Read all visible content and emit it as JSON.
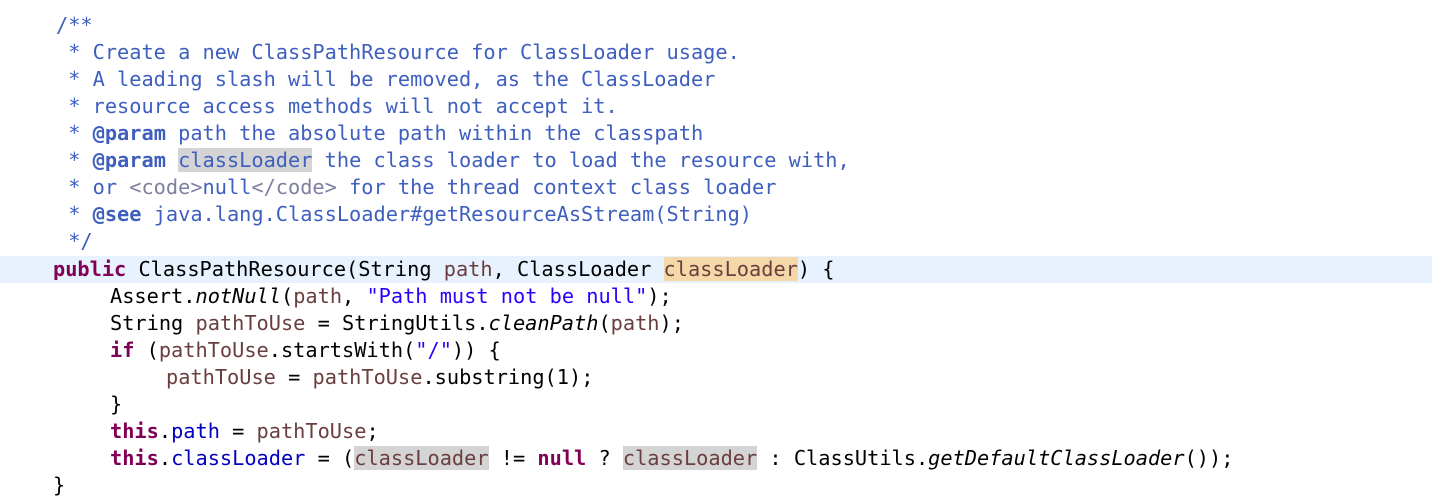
{
  "editor": {
    "language": "java",
    "current_line": 9,
    "colors": {
      "comment": "#3f5fbf",
      "javadoc_tag": "#3f5fbf",
      "javadoc_html": "#7f7f9f",
      "keyword": "#7f0055",
      "field": "#0000c0",
      "string": "#2a00ff",
      "local_variable": "#6a3e3e",
      "current_line_background": "#e8f2fe",
      "occurrence_highlight": "#d4d4d4",
      "write_occurrence_highlight": "#f4d8a8"
    },
    "lines": [
      {
        "tokens": [
          {
            "text": "/**",
            "kind": "comment"
          }
        ]
      },
      {
        "tokens": [
          {
            "text": " * Create a new ClassPathResource for ClassLoader usage.",
            "kind": "comment"
          }
        ]
      },
      {
        "tokens": [
          {
            "text": " * A leading slash will be removed, as the ClassLoader",
            "kind": "comment"
          }
        ]
      },
      {
        "tokens": [
          {
            "text": " * resource access methods will not accept it.",
            "kind": "comment"
          }
        ]
      },
      {
        "tokens": [
          {
            "text": " * ",
            "kind": "comment"
          },
          {
            "text": "@param",
            "kind": "tag"
          },
          {
            "text": " path the absolute path within the classpath",
            "kind": "comment"
          }
        ]
      },
      {
        "tokens": [
          {
            "text": " * ",
            "kind": "comment"
          },
          {
            "text": "@param",
            "kind": "tag"
          },
          {
            "text": " ",
            "kind": "comment"
          },
          {
            "text": "classLoader",
            "kind": "comment",
            "highlight": "grey"
          },
          {
            "text": " the class loader to load the resource with,",
            "kind": "comment"
          }
        ]
      },
      {
        "tokens": [
          {
            "text": " * or ",
            "kind": "comment"
          },
          {
            "text": "<code>",
            "kind": "html"
          },
          {
            "text": "null",
            "kind": "comment"
          },
          {
            "text": "</code>",
            "kind": "html"
          },
          {
            "text": " for the thread context class loader",
            "kind": "comment"
          }
        ]
      },
      {
        "tokens": [
          {
            "text": " * ",
            "kind": "comment"
          },
          {
            "text": "@see",
            "kind": "tag"
          },
          {
            "text": " java.lang.ClassLoader#getResourceAsStream(String)",
            "kind": "comment"
          }
        ]
      },
      {
        "tokens": [
          {
            "text": " */",
            "kind": "comment"
          }
        ]
      },
      {
        "tokens": [
          {
            "text": "public",
            "kind": "keyword"
          },
          {
            "text": " ClassPathResource(String ",
            "kind": "plain"
          },
          {
            "text": "path",
            "kind": "var"
          },
          {
            "text": ", ClassLoader ",
            "kind": "plain"
          },
          {
            "text": "classLoader",
            "kind": "var",
            "highlight": "orange"
          },
          {
            "text": ") {",
            "kind": "plain"
          }
        ]
      },
      {
        "tokens": [
          {
            "text": "Assert.",
            "kind": "plain"
          },
          {
            "text": "notNull",
            "kind": "italic"
          },
          {
            "text": "(",
            "kind": "plain"
          },
          {
            "text": "path",
            "kind": "var"
          },
          {
            "text": ", ",
            "kind": "plain"
          },
          {
            "text": "\"Path must not be null\"",
            "kind": "string"
          },
          {
            "text": ");",
            "kind": "plain"
          }
        ]
      },
      {
        "tokens": [
          {
            "text": "String ",
            "kind": "plain"
          },
          {
            "text": "pathToUse",
            "kind": "var"
          },
          {
            "text": " = StringUtils.",
            "kind": "plain"
          },
          {
            "text": "cleanPath",
            "kind": "italic"
          },
          {
            "text": "(",
            "kind": "plain"
          },
          {
            "text": "path",
            "kind": "var"
          },
          {
            "text": ");",
            "kind": "plain"
          }
        ]
      },
      {
        "tokens": [
          {
            "text": "if",
            "kind": "keyword"
          },
          {
            "text": " (",
            "kind": "plain"
          },
          {
            "text": "pathToUse",
            "kind": "var"
          },
          {
            "text": ".startsWith(",
            "kind": "plain"
          },
          {
            "text": "\"/\"",
            "kind": "string"
          },
          {
            "text": ")) {",
            "kind": "plain"
          }
        ]
      },
      {
        "tokens": [
          {
            "text": "pathToUse",
            "kind": "var"
          },
          {
            "text": " = ",
            "kind": "plain"
          },
          {
            "text": "pathToUse",
            "kind": "var"
          },
          {
            "text": ".substring(1);",
            "kind": "plain"
          }
        ]
      },
      {
        "tokens": [
          {
            "text": "}",
            "kind": "plain"
          }
        ]
      },
      {
        "tokens": [
          {
            "text": "this",
            "kind": "keyword"
          },
          {
            "text": ".",
            "kind": "plain"
          },
          {
            "text": "path",
            "kind": "field"
          },
          {
            "text": " = ",
            "kind": "plain"
          },
          {
            "text": "pathToUse",
            "kind": "var"
          },
          {
            "text": ";",
            "kind": "plain"
          }
        ]
      },
      {
        "tokens": [
          {
            "text": "this",
            "kind": "keyword"
          },
          {
            "text": ".",
            "kind": "plain"
          },
          {
            "text": "classLoader",
            "kind": "field"
          },
          {
            "text": " = (",
            "kind": "plain"
          },
          {
            "text": "classLoader",
            "kind": "var",
            "highlight": "grey"
          },
          {
            "text": " != ",
            "kind": "plain"
          },
          {
            "text": "null",
            "kind": "keyword"
          },
          {
            "text": " ? ",
            "kind": "plain"
          },
          {
            "text": "classLoader",
            "kind": "var",
            "highlight": "grey"
          },
          {
            "text": " : ClassUtils.",
            "kind": "plain"
          },
          {
            "text": "getDefaultClassLoader",
            "kind": "italic"
          },
          {
            "text": "());",
            "kind": "plain"
          }
        ]
      },
      {
        "tokens": [
          {
            "text": "}",
            "kind": "plain"
          }
        ]
      }
    ]
  }
}
